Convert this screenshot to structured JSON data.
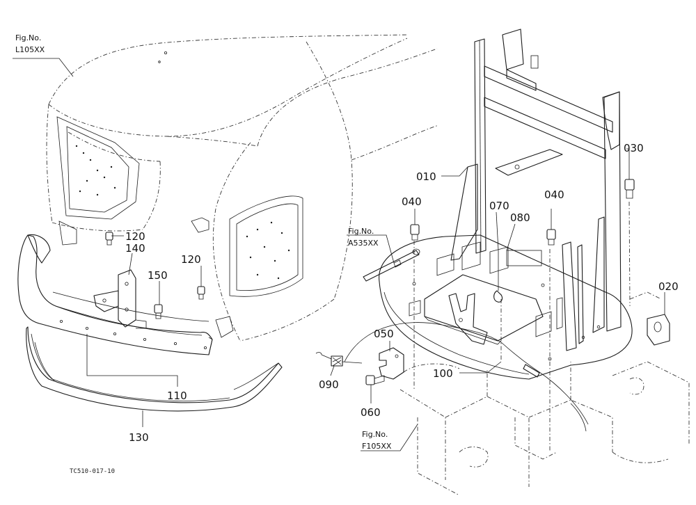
{
  "diagram": {
    "code": "TC510-017-10",
    "references": [
      {
        "id": "ref-l105",
        "line1": "Fig.No.",
        "line2": "L105XX"
      },
      {
        "id": "ref-a535",
        "line1": "Fig.No.",
        "line2": "A535XX"
      },
      {
        "id": "ref-f105",
        "line1": "Fig.No.",
        "line2": "F105XX"
      }
    ],
    "parts": [
      "010",
      "020",
      "030",
      "040",
      "040",
      "050",
      "060",
      "070",
      "080",
      "090",
      "100",
      "110",
      "120",
      "120",
      "130",
      "140",
      "150"
    ]
  }
}
